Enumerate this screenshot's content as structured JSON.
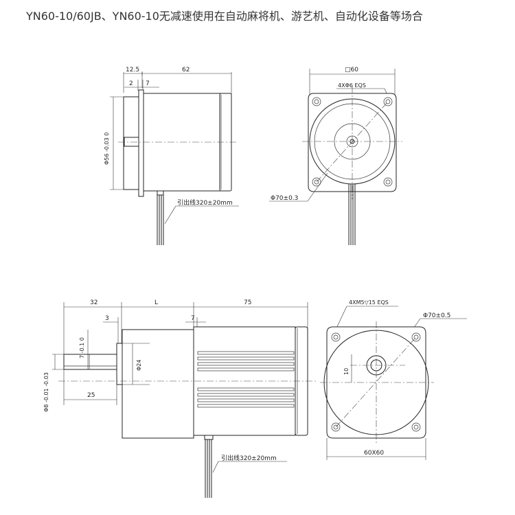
{
  "title": "YN60-10/60JB、YN60-10无减速使用在自动麻将机、游艺机、自动化设备等场合",
  "colors": {
    "line": "#222222",
    "text": "#222222",
    "background": "#ffffff"
  },
  "view1": {
    "dim_front": "12.5",
    "dim_body": "62",
    "dim_flange": "2",
    "dim_step": "7",
    "dim_pilot": "Φ56 -0.03 0",
    "lead_label": "引出线320±20mm"
  },
  "view2": {
    "dim_square": "□60",
    "holes": "4XΦ6 EQS",
    "pcd": "Φ70±0.3"
  },
  "view3": {
    "dim_shaft": "32",
    "dim_gear": "L",
    "dim_motor": "75",
    "dim_collar": "3",
    "dim_step": "7",
    "dim_shaft_dia": "Φ8 -0.01 -0.03",
    "dim_key": "7 -0.1 0",
    "dim_boss": "Φ24",
    "dim_shaft_len": "25",
    "lead_label": "引出线320±20mm"
  },
  "view4": {
    "holes": "4XM5▽15 EQS",
    "pcd": "Φ70±0.5",
    "dim_offset": "10",
    "dim_square": "60X60"
  }
}
